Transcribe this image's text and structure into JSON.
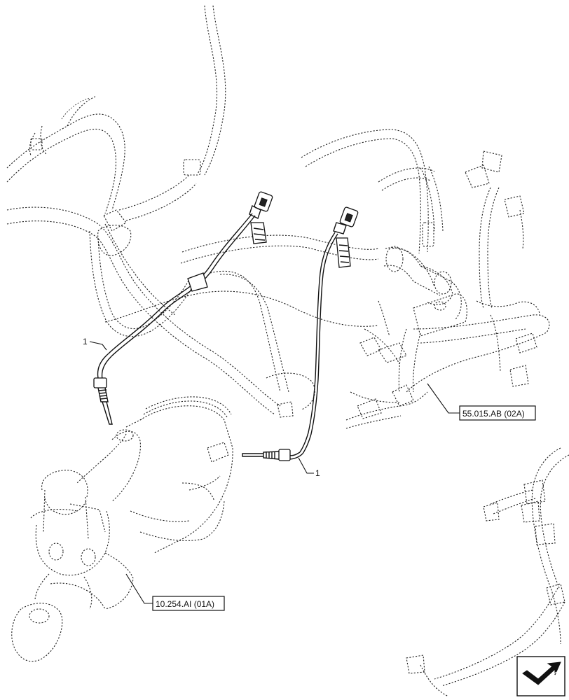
{
  "callouts": {
    "item_1a": "1",
    "item_1b": "1",
    "ref_harness": "55.015.AB (02A)",
    "ref_exhaust": "10.254.AI (01A)"
  },
  "icons": {
    "nav_arrow": "next-page-arrow-icon"
  }
}
